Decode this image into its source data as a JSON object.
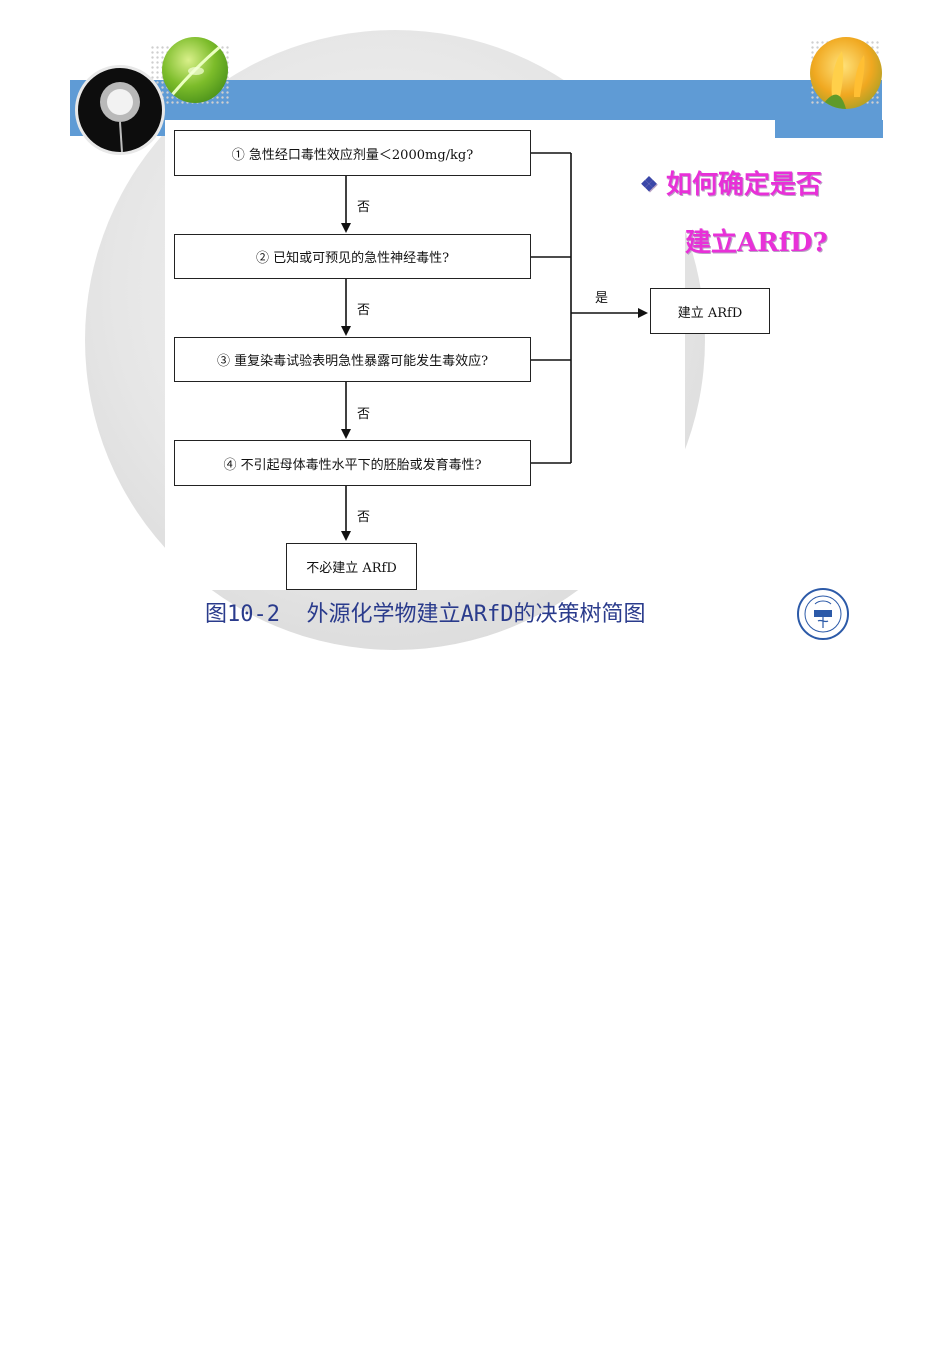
{
  "flowchart": {
    "steps": [
      "① 急性经口毒性效应剂量＜2000mg/kg?",
      "② 已知或可预见的急性神经毒性?",
      "③ 重复染毒试验表明急性暴露可能发生毒效应?",
      "④ 不引起母体毒性水平下的胚胎或发育毒性?"
    ],
    "no_label": "否",
    "yes_label": "是",
    "yes_outcome": "建立 ARfD",
    "no_outcome": "不必建立 ARfD"
  },
  "question": {
    "bullet": "❖",
    "line1": "如何确定是否",
    "line2": "建立ARfD?"
  },
  "caption": "图10-2  外源化学物建立ARfD的决策树简图",
  "colors": {
    "header_bar": "#5f9bd5",
    "question_text": "#e830d8",
    "caption_text": "#2a3b8c"
  }
}
